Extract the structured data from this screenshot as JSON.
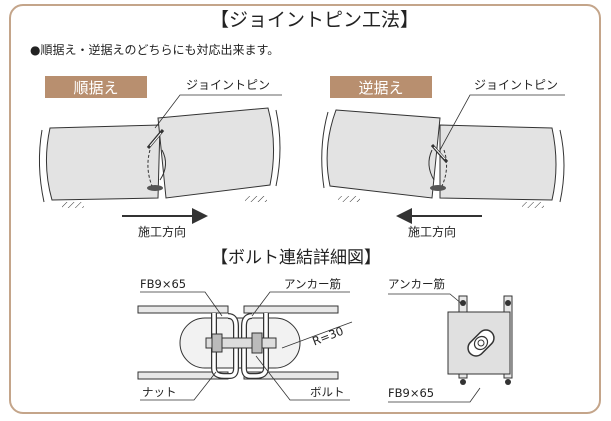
{
  "title": "【ジョイントピン工法】",
  "lead": "●順据え・逆据えのどちらにも対応出来ます。",
  "left_panel": {
    "tag": "順据え",
    "pin_label": "ジョイントピン",
    "direction_label": "施工方向"
  },
  "right_panel": {
    "tag": "逆据え",
    "pin_label": "ジョイントピン",
    "direction_label": "施工方向"
  },
  "bolt_section": {
    "title": "【ボルト連結詳細図】",
    "fb_label": "FB9×65",
    "anchor_label": "アンカー筋",
    "nut_label": "ナット",
    "bolt_label": "ボルト",
    "radius_label": "R=30"
  },
  "side_view": {
    "anchor_label": "アンカー筋",
    "fb_label": "FB9×65"
  },
  "colors": {
    "accent": "#b88f6f",
    "frame": "#c4a58a",
    "concrete": "#e3e3e3",
    "line": "#333333"
  }
}
